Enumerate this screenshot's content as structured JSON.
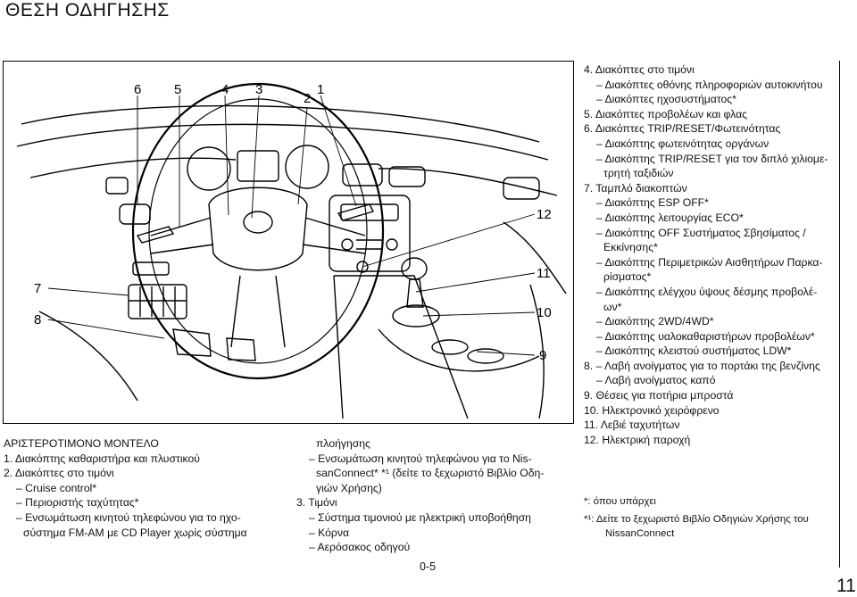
{
  "section_title": "ΘΕΣΗ ΟΔΗΓΗΣΗΣ",
  "figure": {
    "callouts": [
      "6",
      "5",
      "4",
      "3",
      "2",
      "1",
      "12",
      "11",
      "10",
      "9",
      "7",
      "8"
    ]
  },
  "left_col": {
    "lines": [
      "ΑΡΙΣΤΕΡΟΤΙΜΟΝΟ ΜΟΝΤΕΛΟ",
      "1.  Διακόπτης καθαριστήρα και πλυστικού",
      "2.  Διακόπτες στο τιμόνι",
      "– Cruise control*",
      "– Περιοριστής ταχύτητας*",
      "– Ενσωμάτωση κινητού τηλεφώνου για το ηχο-",
      "σύστημα FM-AM με CD Player χωρίς σύστημα"
    ]
  },
  "middle_col": {
    "lines": [
      "πλοήγησης",
      "– Ενσωμάτωση κινητού τηλεφώνου για το Nis-",
      "sanConnect* *¹ (δείτε το ξεχωριστό Βιβλίο Οδη-",
      "γιών Χρήσης)",
      "3.  Τιμόνι",
      "– Σύστημα τιμονιού με ηλεκτρική υποβοήθηση",
      "– Κόρνα",
      "– Αερόσακος οδηγού"
    ]
  },
  "right_col": {
    "lines": [
      "4.  Διακόπτες στο τιμόνι",
      "– Διακόπτες οθόνης πληροφοριών αυτοκινήτου",
      "– Διακόπτες ηχοσυστήματος*",
      "5.  Διακόπτες προβολέων και φλας",
      "6.  Διακόπτες TRIP/RESET/Φωτεινότητας",
      "– Διακόπτης φωτεινότητας οργάνων",
      "– Διακόπτης TRIP/RESET για τον διπλό χιλιομε-",
      "τρητή ταξιδιών",
      "7.  Ταμπλό διακοπτών",
      "– Διακόπτης ESP OFF*",
      "– Διακόπτης λειτουργίας ECO*",
      "– Διακόπτης OFF Συστήματος Σβησίματος /",
      "Εκκίνησης*",
      "– Διακόπτης Περιμετρικών Αισθητήρων Παρκα-",
      "ρίσματος*",
      "– Διακόπτης ελέγχου ύψους δέσμης προβολέ-",
      "ων*",
      "– Διακόπτης 2WD/4WD*",
      "– Διακόπτης υαλοκαθαριστήρων προβολέων*",
      "– Διακόπτης κλειστού συστήματος LDW*",
      "8.  – Λαβή ανοίγματος για το πορτάκι της βενζίνης",
      "– Λαβή ανοίγματος καπό",
      "9.  Θέσεις για ποτήρια μπροστά",
      "10. Ηλεκτρονικό χειρόφρενο",
      "11. Λεβιέ ταχυτήτων",
      "12. Ηλεκτρική παροχή"
    ]
  },
  "notes": {
    "note_a": "*: όπου υπάρχει",
    "note_b1": "*¹:  Δείτε το ξεχωριστό Βιβλίο Οδηγιών Χρήσης του",
    "note_b2": "NissanConnect"
  },
  "page_code": "0-5",
  "page_number": "11"
}
